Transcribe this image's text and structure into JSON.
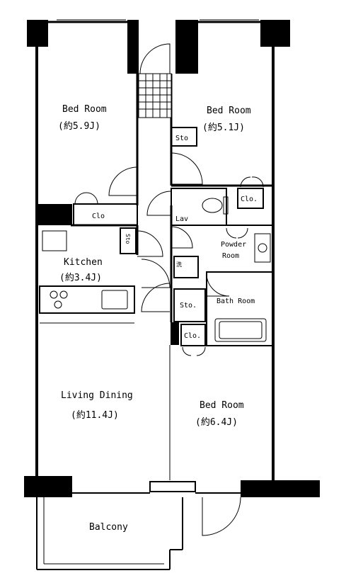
{
  "rooms": {
    "bed_room_nw": {
      "name": "Bed Room",
      "size": "(約5.9J)"
    },
    "bed_room_ne": {
      "name": "Bed Room",
      "size": "(約5.1J)"
    },
    "kitchen": {
      "name": "Kitchen",
      "size": "(約3.4J)"
    },
    "powder_room": {
      "line1": "Powder",
      "line2": "Room"
    },
    "bath_room": {
      "name": "Bath Room"
    },
    "living_dining": {
      "name": "Living Dining",
      "size": "(約11.4J)"
    },
    "bed_room_se": {
      "name": "Bed Room",
      "size": "(約6.4J)"
    },
    "balcony": {
      "name": "Balcony"
    }
  },
  "storage": {
    "clo_nw": "Clo",
    "sto_mid": "Sto",
    "sto_hall": "Sto.",
    "clo_bath": "Clo.",
    "clo_powder": "Clo.",
    "sto_ne": "Sto",
    "lav": "Lav"
  }
}
